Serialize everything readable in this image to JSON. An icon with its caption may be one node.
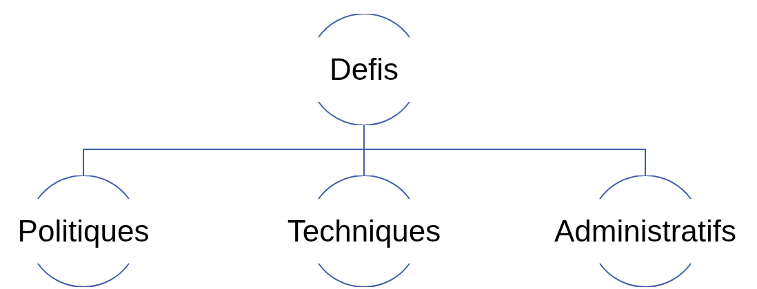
{
  "diagram": {
    "nodes": [
      {
        "text": [
          "Defis"
        ]
      },
      {
        "text": [
          "Politiques"
        ]
      },
      {
        "text": [
          "Techniques"
        ]
      },
      {
        "text": [
          "Administratifs"
        ]
      }
    ],
    "edges": [
      {
        "from": 0,
        "to": 1,
        "arrow": "none"
      },
      {
        "from": 0,
        "to": 2,
        "arrow": "none"
      },
      {
        "from": 0,
        "to": 3,
        "arrow": "none"
      }
    ]
  }
}
